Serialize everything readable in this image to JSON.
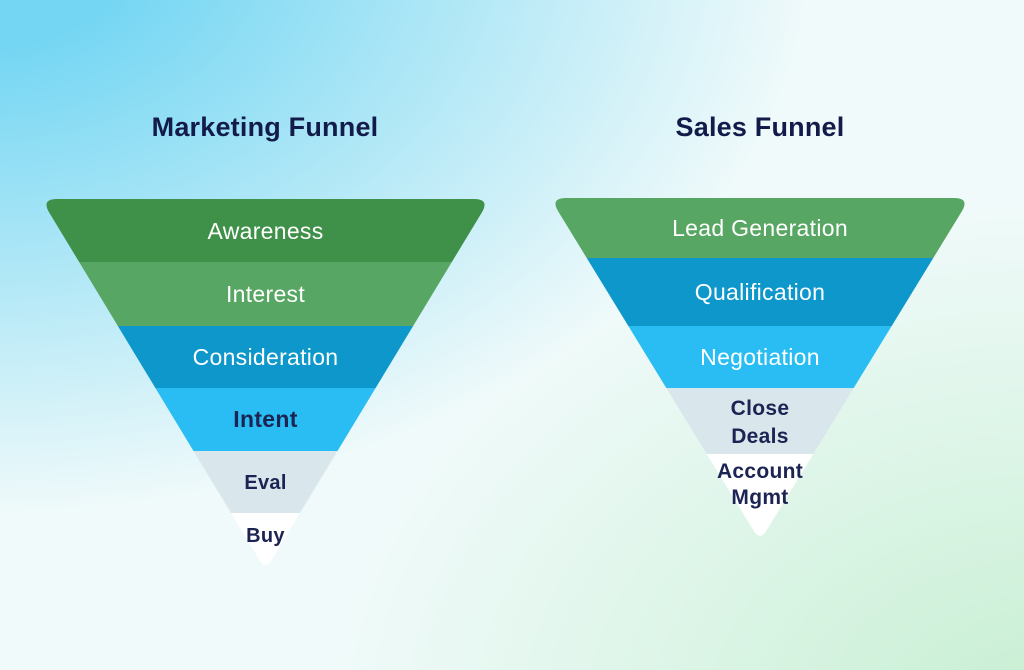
{
  "page": {
    "background": {
      "top_left_color": "#74D6F3",
      "base_color": "#F0FAFA",
      "bottom_right_color": "#CBF0D6"
    },
    "title_color": "#131B4A"
  },
  "funnels": [
    {
      "title": "Marketing Funnel",
      "stages": [
        {
          "label": "Awareness",
          "color": "#3F9149",
          "text_color": "#FFFFFF"
        },
        {
          "label": "Interest",
          "color": "#58A663",
          "text_color": "#FFFFFF"
        },
        {
          "label": "Consideration",
          "color": "#0D97CB",
          "text_color": "#FFFFFF"
        },
        {
          "label": "Intent",
          "color": "#29BDF3",
          "text_color": "#1B2452"
        },
        {
          "label": "Eval",
          "color": "#D9E6EB",
          "text_color": "#1B2452"
        },
        {
          "label": "Buy",
          "color": "#FFFFFF",
          "text_color": "#1B2452"
        }
      ]
    },
    {
      "title": "Sales Funnel",
      "stages": [
        {
          "label": "Lead Generation",
          "color": "#58A663",
          "text_color": "#FFFFFF"
        },
        {
          "label": "Qualification",
          "color": "#0D97CB",
          "text_color": "#FFFFFF"
        },
        {
          "label": "Negotiation",
          "color": "#29BDF3",
          "text_color": "#FFFFFF"
        },
        {
          "label": "Close Deals",
          "lines": [
            "Close",
            "Deals"
          ],
          "color": "#D9E6EB",
          "text_color": "#1B2452"
        },
        {
          "label": "Account Mgmt",
          "lines": [
            "Account",
            "Mgmt"
          ],
          "color": "#FFFFFF",
          "text_color": "#1B2452"
        }
      ]
    }
  ]
}
